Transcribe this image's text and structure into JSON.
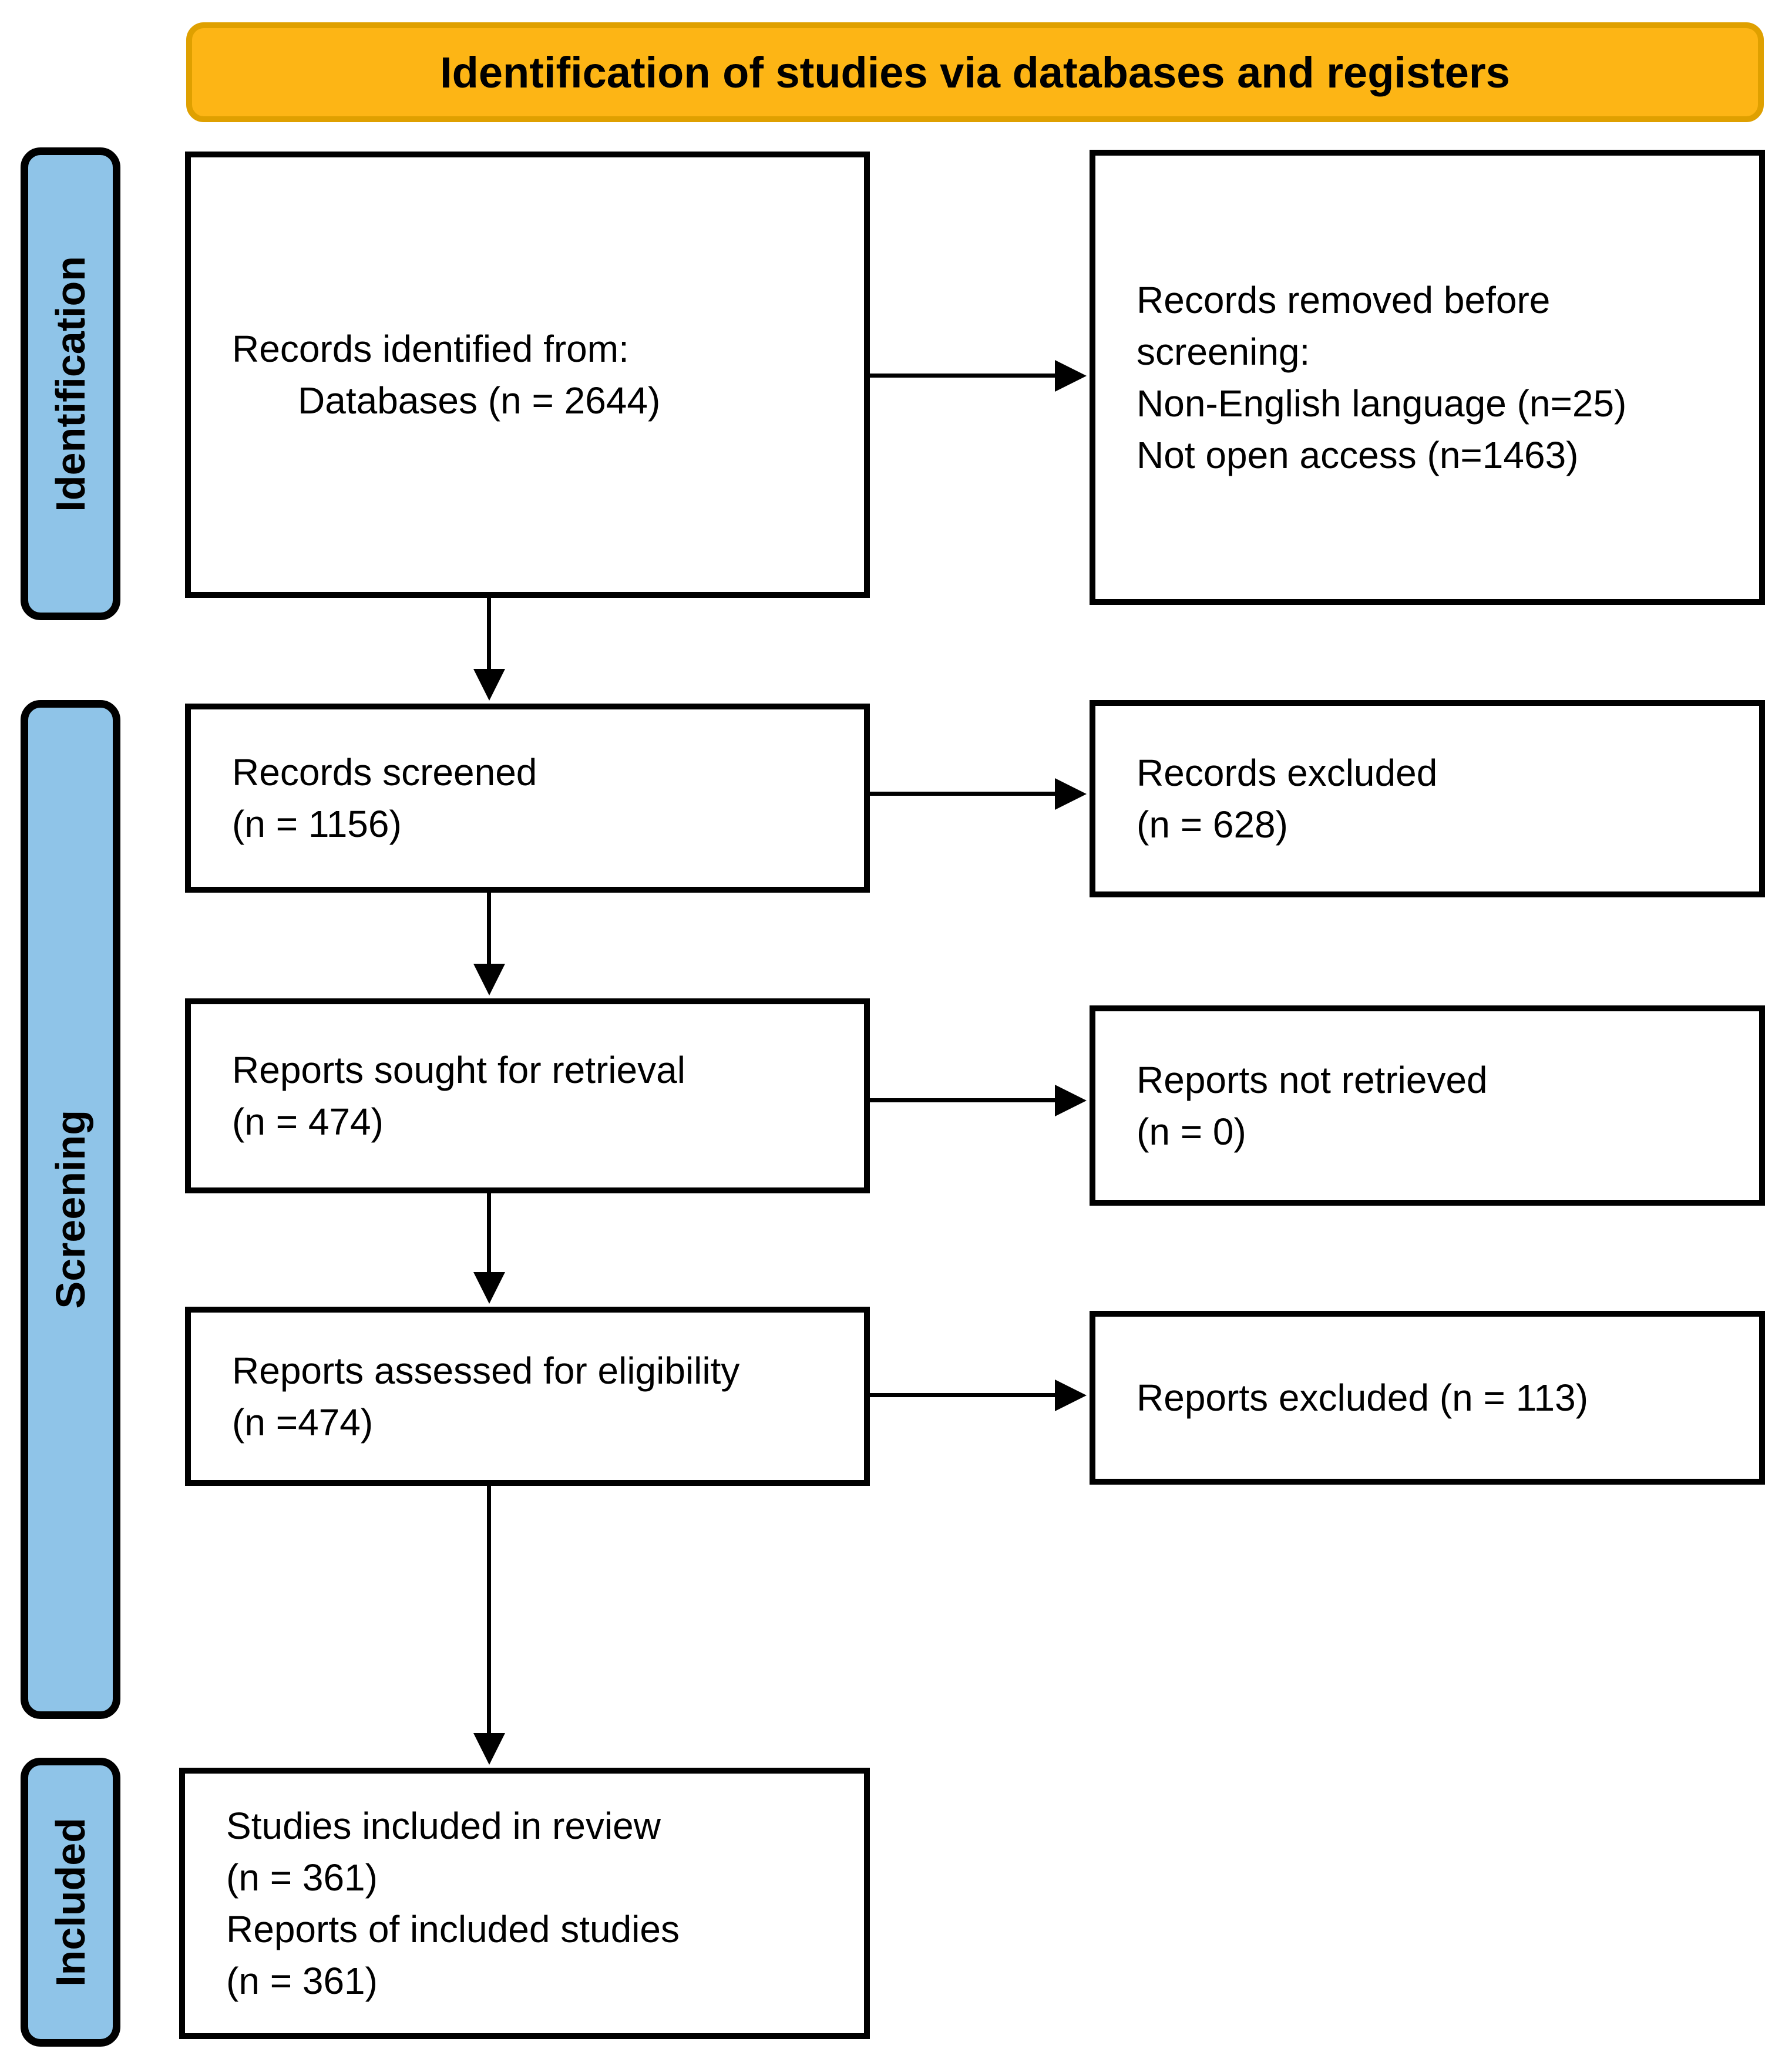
{
  "banner": {
    "title": "Identification of studies via databases and registers"
  },
  "sidebar": {
    "identification": "Identification",
    "screening": "Screening",
    "included": "Included"
  },
  "boxes": {
    "records_identified": {
      "line1": "Records identified from:",
      "line2": "Databases (n = 2644)"
    },
    "records_removed": {
      "line1": "Records removed before",
      "line2": "screening:",
      "line3": "Non-English language (n=25)",
      "line4": "Not open access (n=1463)"
    },
    "records_screened": {
      "line1": "Records screened",
      "line2": "(n = 1156)"
    },
    "records_excluded": {
      "line1": "Records excluded",
      "line2": "(n = 628)"
    },
    "reports_sought": {
      "line1": "Reports sought for retrieval",
      "line2": "(n = 474)"
    },
    "reports_not_retrieved": {
      "line1": "Reports not retrieved",
      "line2": "(n = 0)"
    },
    "reports_assessed": {
      "line1": "Reports assessed for eligibility",
      "line2": "(n =474)"
    },
    "reports_excluded": {
      "line1": "Reports excluded (n = 113)"
    },
    "studies_included": {
      "line1": "Studies included in review",
      "line2": "(n = 361)",
      "line3": "Reports of included studies",
      "line4": "(n = 361)"
    }
  },
  "colors": {
    "banner_fill": "#FDB515",
    "banner_border": "#DFA000",
    "stage_fill": "#8FC4E8",
    "box_border": "#000000",
    "arrow": "#000000"
  }
}
